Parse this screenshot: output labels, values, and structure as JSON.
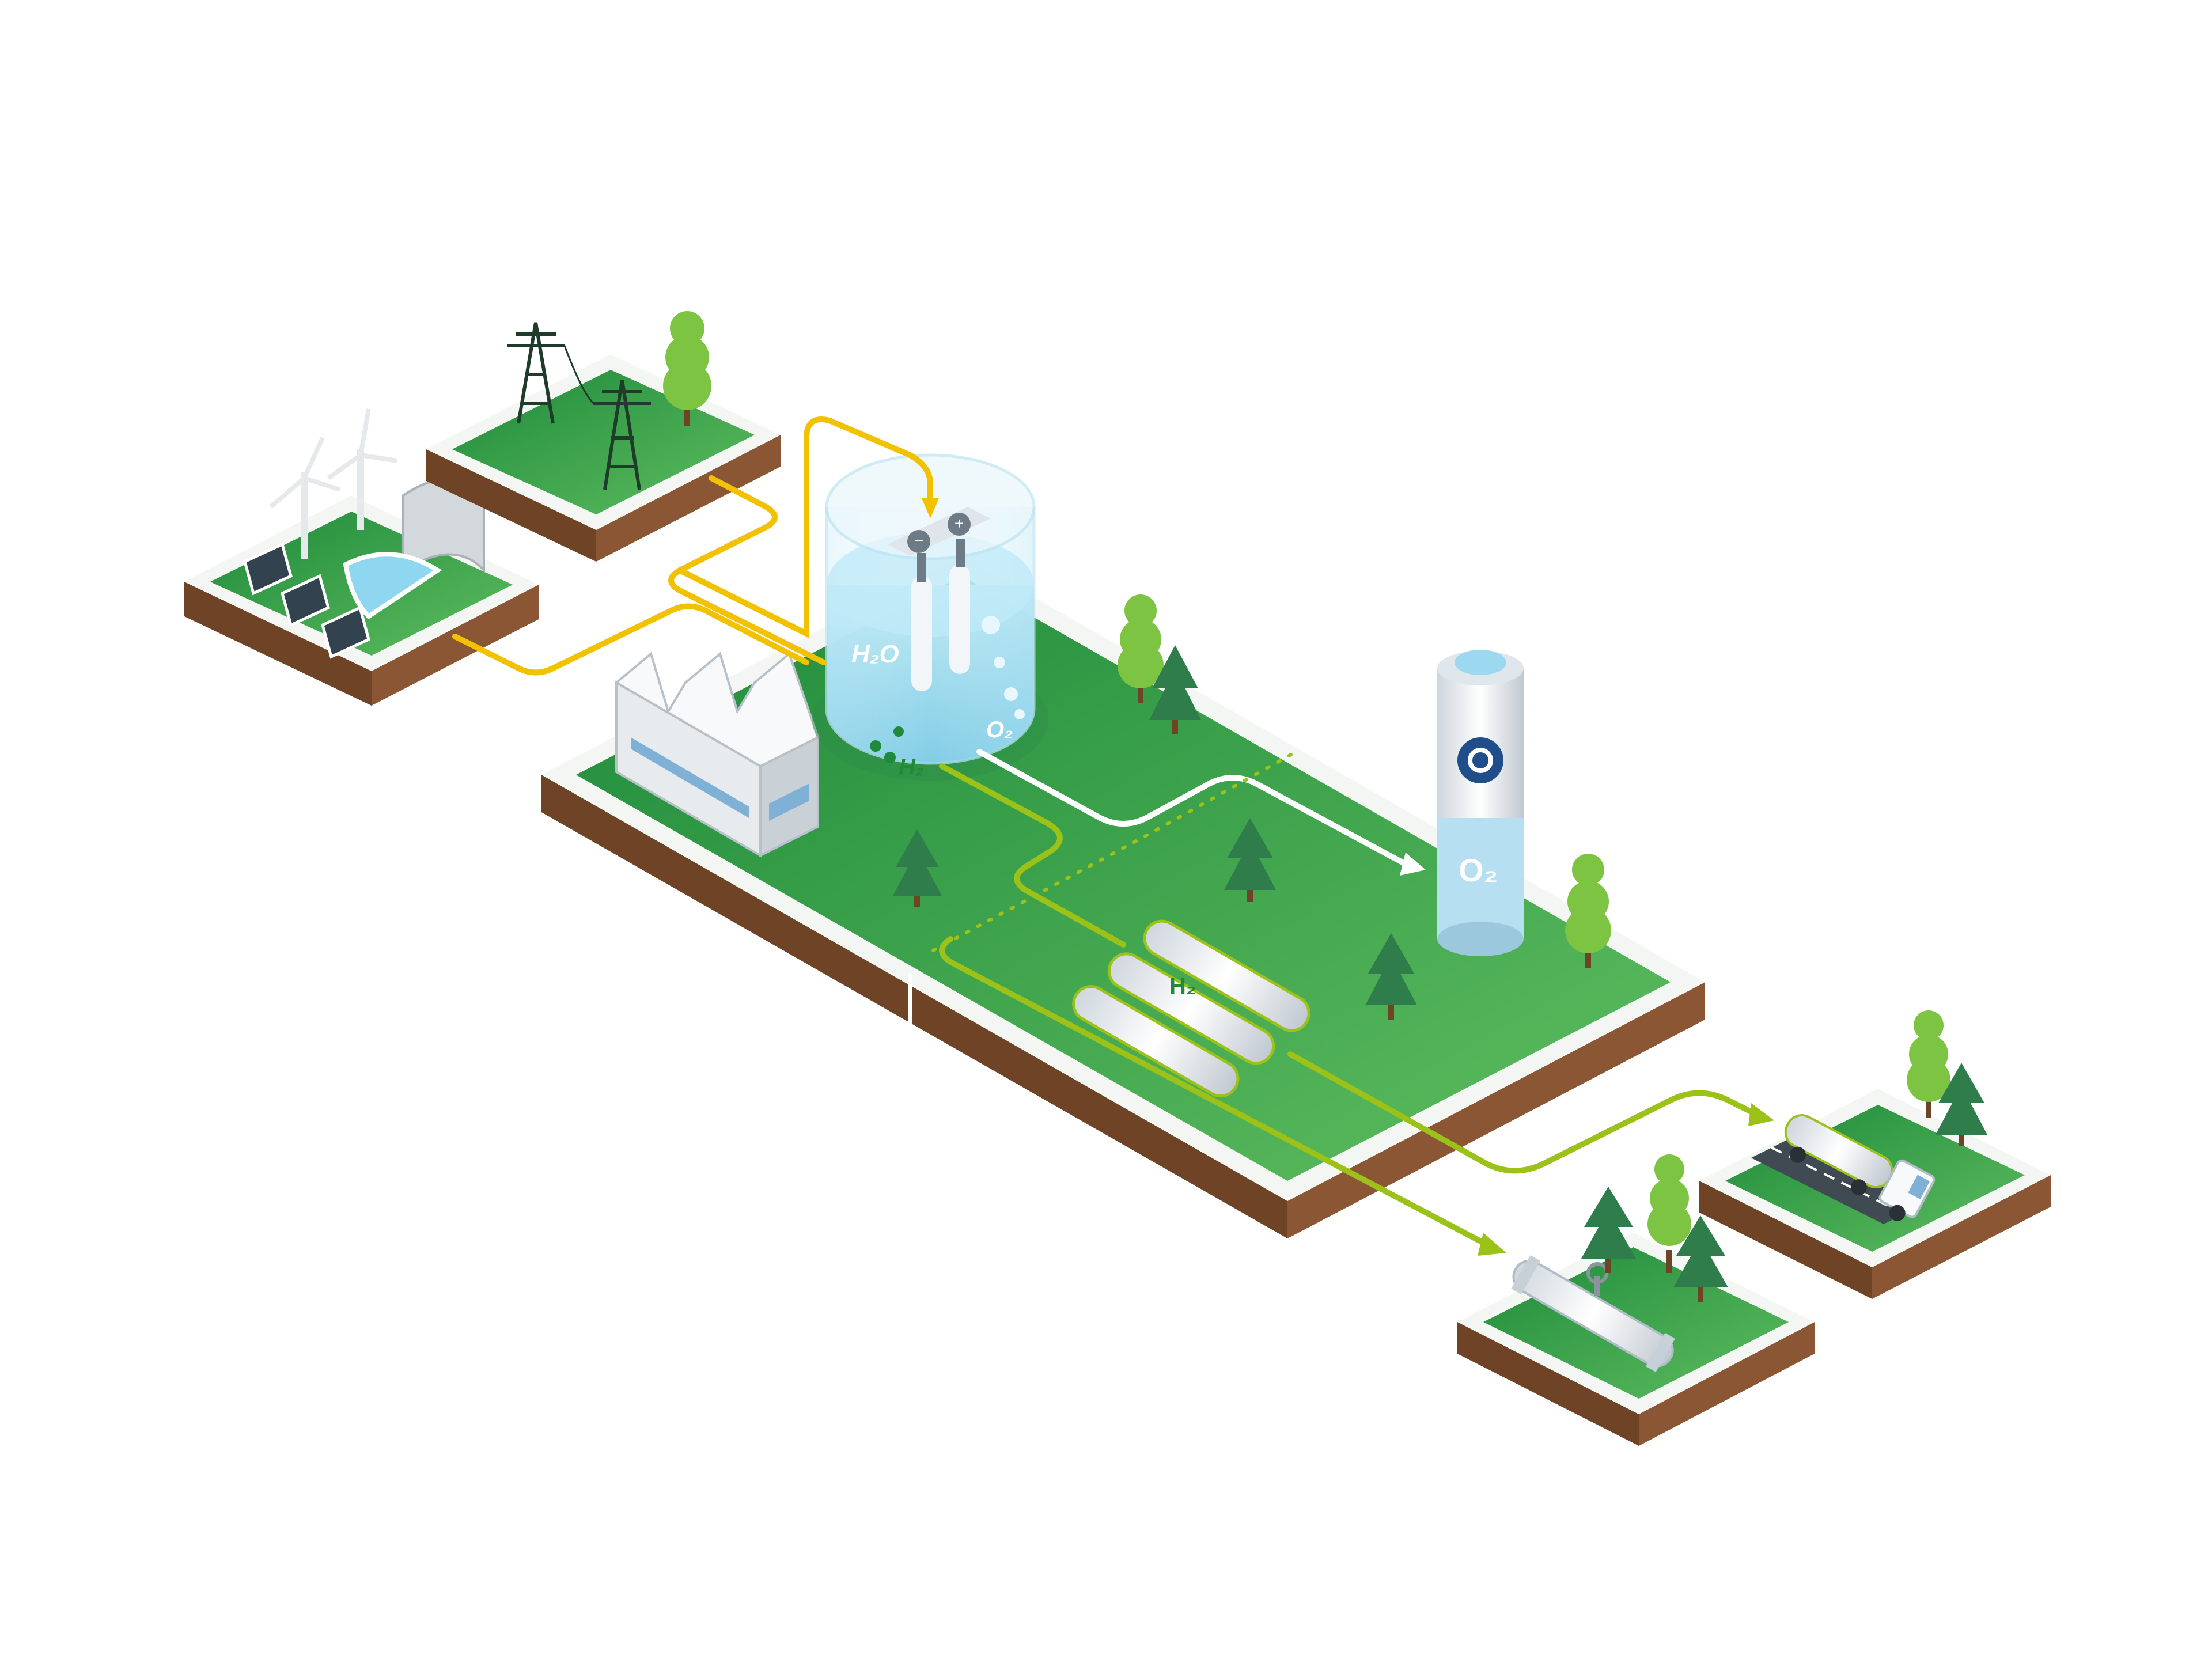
{
  "diagram": {
    "labels": {
      "water": "H₂O",
      "hydrogen_tank": "H₂",
      "oxygen_tank": "O₂",
      "storage_h2": "H₂",
      "oxygen_column": "O₂"
    },
    "electrodes": {
      "negative": "−",
      "positive": "+"
    },
    "colors": {
      "grass_dark": "#1f8a3a",
      "grass_light": "#5cb85c",
      "soil": "#7a4a2a",
      "power_line": "#f2c200",
      "hydrogen_line": "#9cc21a",
      "oxygen_line": "#ffffff",
      "water": "#4fc3e8"
    },
    "icons": [
      "wind-turbine-icon",
      "solar-panel-icon",
      "dam-icon",
      "power-pylon-icon",
      "factory-icon",
      "electrolyzer-icon",
      "gas-cylinder-icon",
      "oxygen-tank-icon",
      "pipeline-icon",
      "truck-icon",
      "tree-icon"
    ]
  }
}
